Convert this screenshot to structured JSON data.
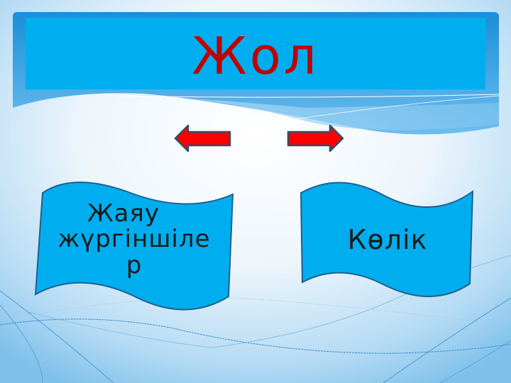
{
  "slide": {
    "title": "Жол",
    "arrows": [
      {
        "direction": "left",
        "icon": "arrow-left-icon"
      },
      {
        "direction": "right",
        "icon": "arrow-right-icon"
      }
    ],
    "boxes": [
      {
        "line1": "Жаяу",
        "line2": "жүргіншіле",
        "line3": "р"
      },
      {
        "label": "Көлік"
      }
    ]
  },
  "colors": {
    "title_box": "#00AEEF",
    "title_text": "#C00000",
    "arrow_fill": "#FF0000",
    "arrow_stroke": "#2F4F6F",
    "flag_fill": "#00AEEF",
    "flag_stroke": "#1F5F8B",
    "background_light": "#F7FBFE",
    "background_blue": "#8CC8EE"
  }
}
